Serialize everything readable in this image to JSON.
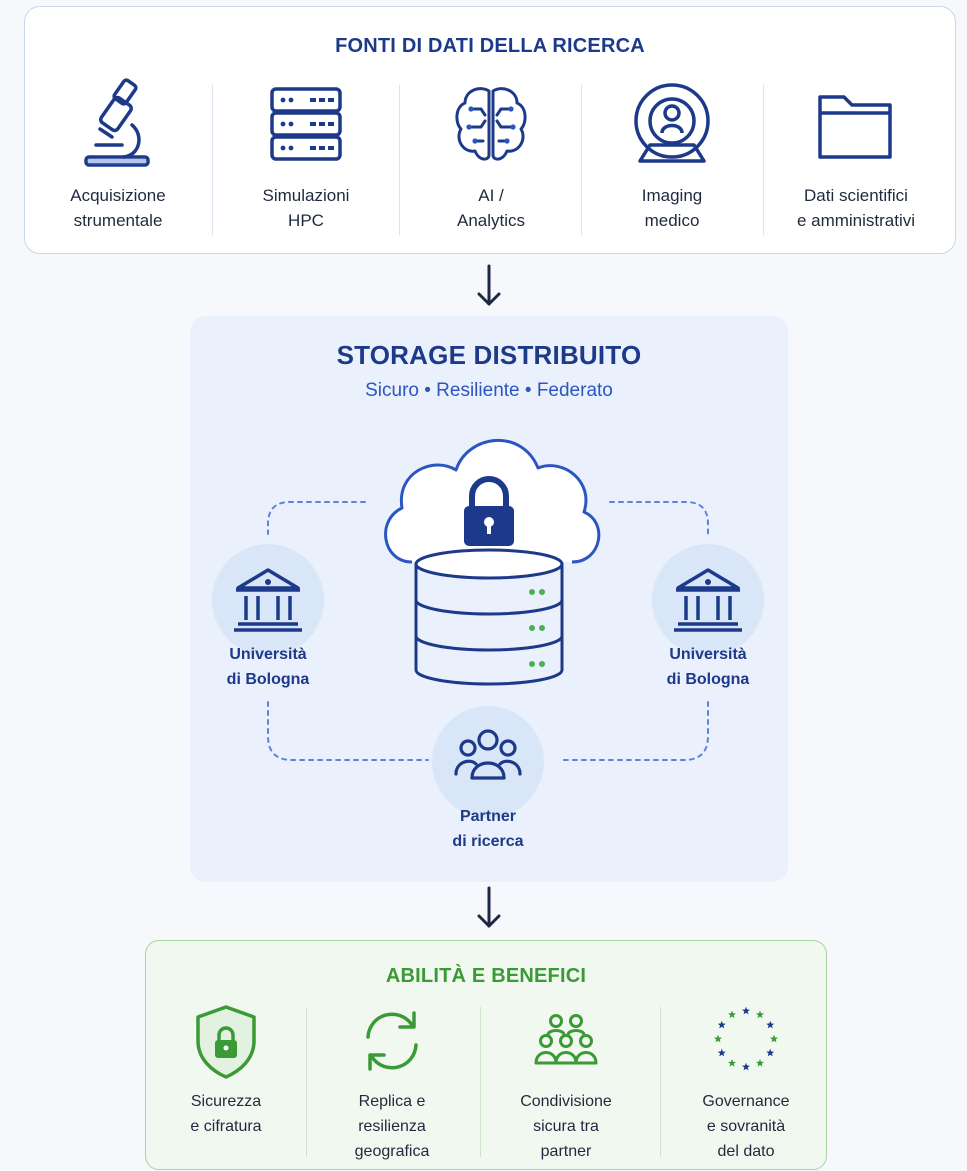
{
  "sources": {
    "title": "FONTI DI DATI DELLA RICERCA",
    "items": [
      {
        "label": "Acquisizione\nstrumentale",
        "icon": "microscope-icon"
      },
      {
        "label": "Simulazioni\nHPC",
        "icon": "server-rack-icon"
      },
      {
        "label": "AI /\nAnalytics",
        "icon": "brain-circuit-icon"
      },
      {
        "label": "Imaging\nmedico",
        "icon": "mri-scanner-icon"
      },
      {
        "label": "Dati scientifici\ne amministrativi",
        "icon": "folder-icon"
      }
    ]
  },
  "storage": {
    "title": "STORAGE DISTRIBUITO",
    "subtitle": "Sicuro • Resiliente • Federato",
    "nodes": {
      "left": "Università\ndi Bologna",
      "right": "Università\ndi Bologna",
      "bottom": "Partner\ndi ricerca"
    }
  },
  "benefits": {
    "title": "ABILITÀ E BENEFICI",
    "items": [
      {
        "label": "Sicurezza\ne cifratura",
        "icon": "shield-lock-icon"
      },
      {
        "label": "Replica e\nresilienza\ngeografica",
        "icon": "sync-icon"
      },
      {
        "label": "Condivisione\nsicura tra\npartner",
        "icon": "group-icon"
      },
      {
        "label": "Governance\ne sovranità\ndel dato",
        "icon": "eu-stars-icon"
      }
    ]
  },
  "colors": {
    "navy": "#1d3a8a",
    "blue": "#2b56c2",
    "green": "#3a9a35",
    "server_led": "#4caf50"
  }
}
